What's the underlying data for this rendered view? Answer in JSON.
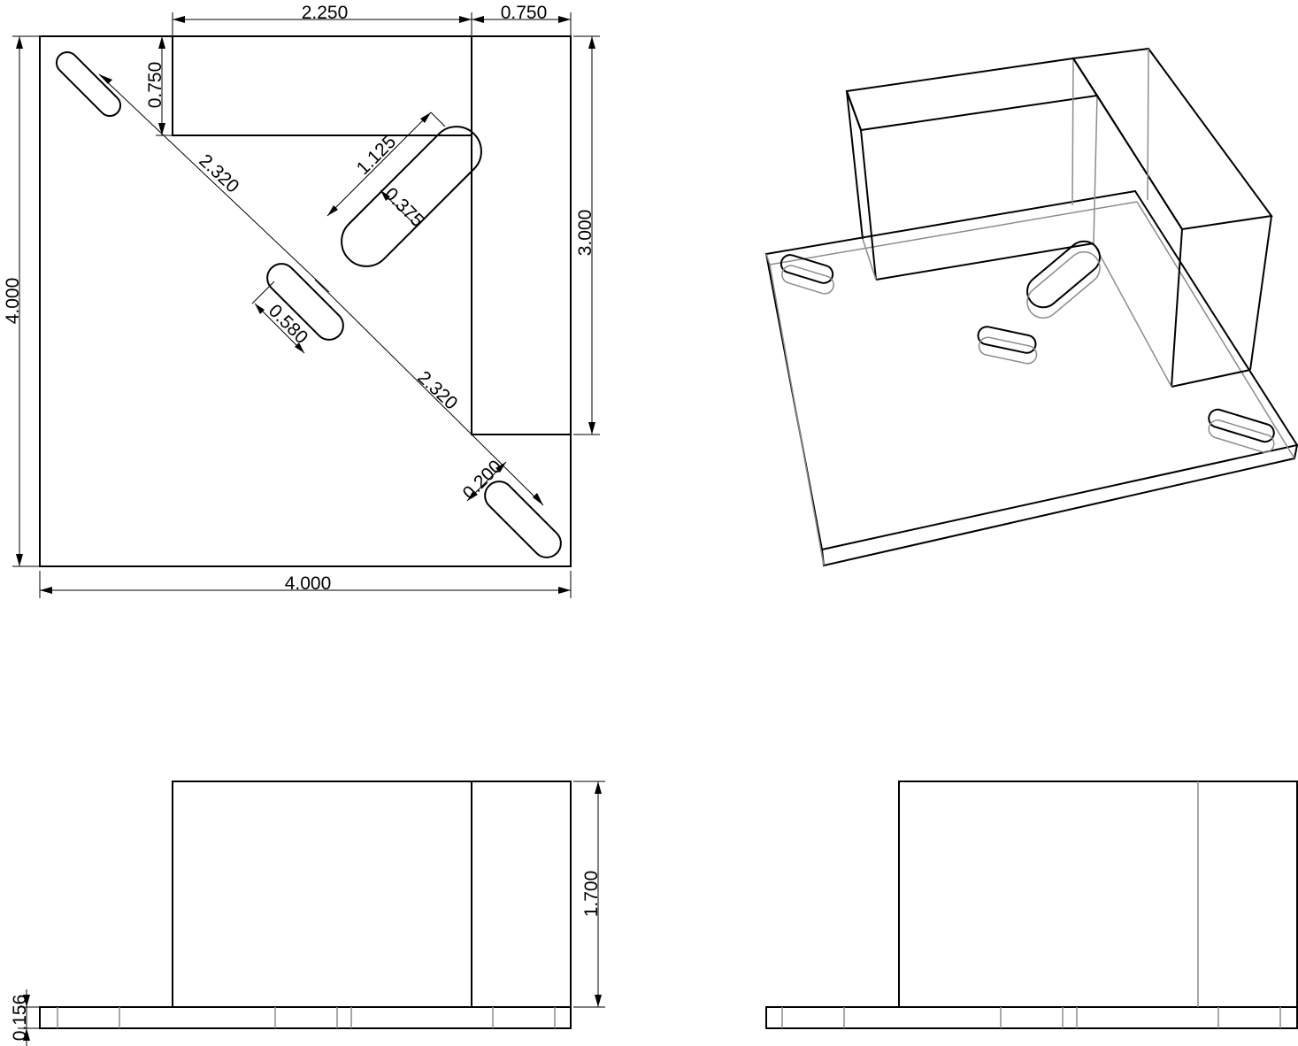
{
  "drawing": {
    "top_view": {
      "dims": {
        "top_left_width": "2.250",
        "top_right_width": "0.750",
        "wall_thickness": "0.750",
        "overall_height": "4.000",
        "overall_width": "4.000",
        "right_wall_length": "3.000",
        "diag_upper": "2.320",
        "diag_lower": "2.320",
        "slot_big_length": "1.125",
        "slot_big_width": "0.375",
        "slot_small_length": "0.580",
        "slot_small_width": "0.200"
      }
    },
    "front_view": {
      "dims": {
        "block_height": "1.700",
        "plate_thickness": "0.156"
      }
    }
  }
}
